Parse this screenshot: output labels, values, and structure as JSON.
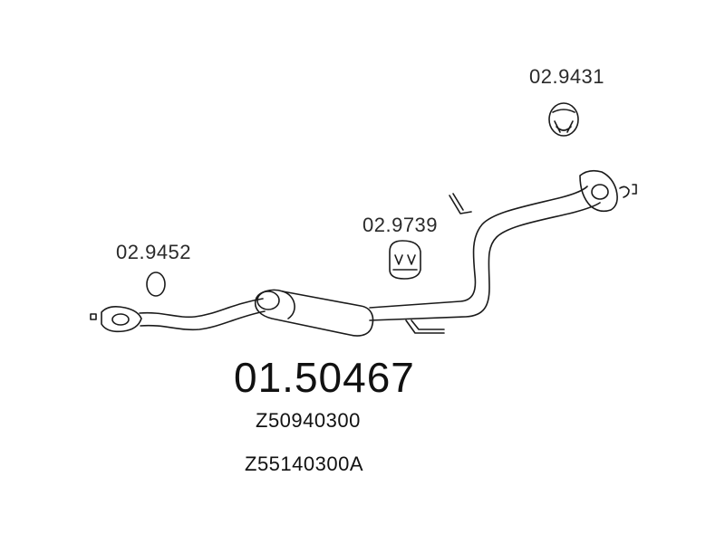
{
  "parts": {
    "hanger_top": "02.9431",
    "hanger_mid": "02.9739",
    "ring_left": "02.9452"
  },
  "main_part_number": "01.50467",
  "oem_numbers": [
    "Z50940300",
    "Z55140300A"
  ],
  "colors": {
    "line": "#1a1a1a",
    "background": "#ffffff"
  }
}
